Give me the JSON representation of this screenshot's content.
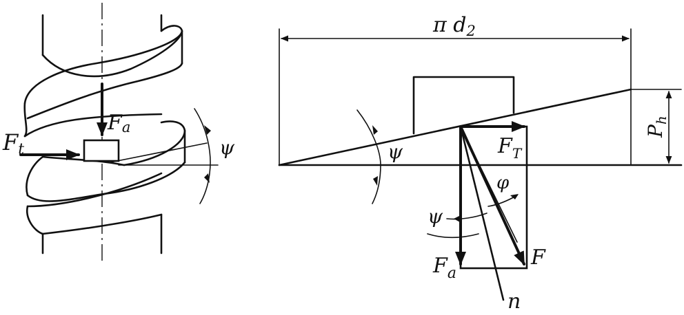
{
  "left_view": {
    "label_Ft": "F",
    "label_Ft_sub": "t",
    "label_Fa": "F",
    "label_Fa_sub": "a",
    "label_psi": "ψ"
  },
  "right_view": {
    "label_pi_d2": "π d",
    "label_pi_d2_sub": "2",
    "label_Ph": "P",
    "label_Ph_sub": "h",
    "label_psi_incline": "ψ",
    "label_FT": "F",
    "label_FT_sub": "T",
    "label_phi": "φ",
    "label_psi_force": "ψ",
    "label_F": "F",
    "label_Fa": "F",
    "label_Fa_sub": "a",
    "label_n": "n"
  }
}
